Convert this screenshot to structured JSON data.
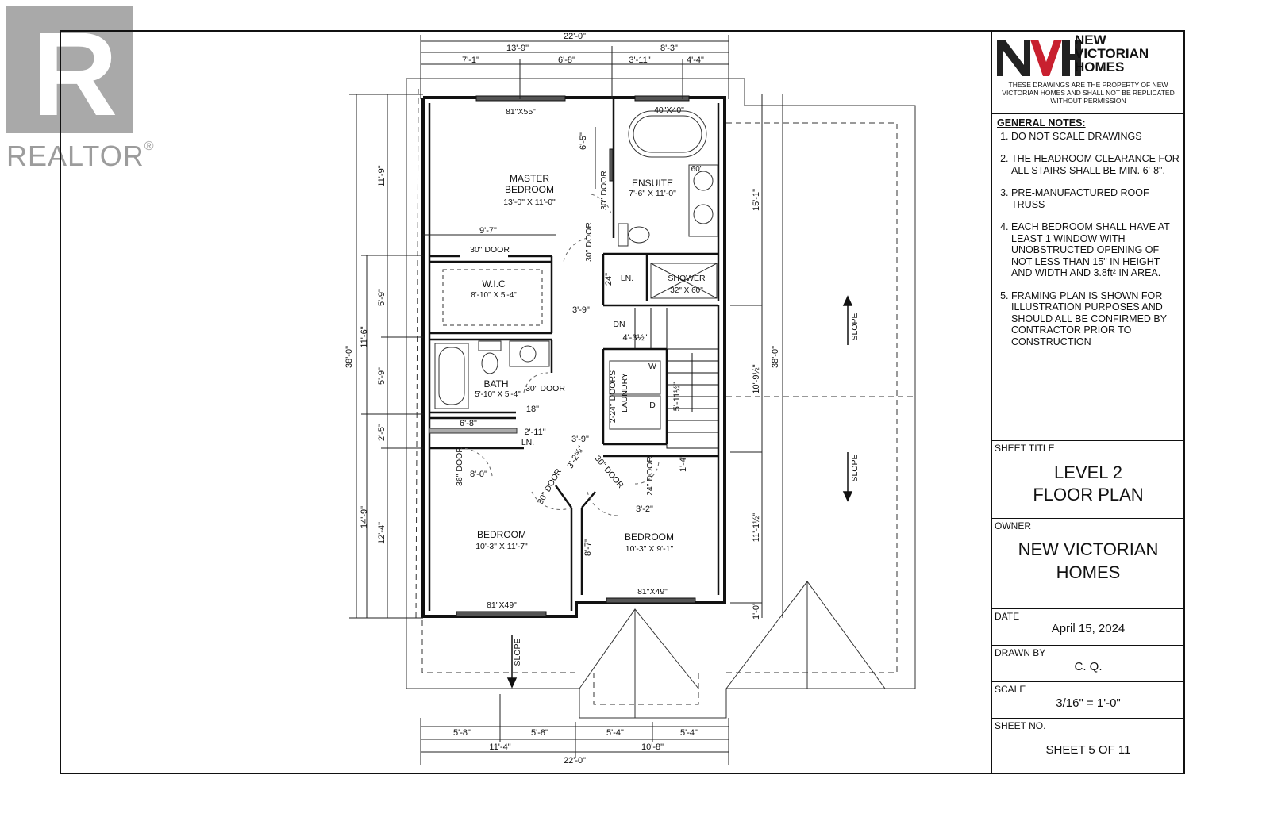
{
  "watermark": {
    "brand": "REALTOR",
    "reg_mark": "®",
    "letter": "R"
  },
  "company": {
    "initials": "NVH",
    "name_lines": [
      "NEW",
      "VICTORIAN",
      "HOMES"
    ],
    "note": "THESE DRAWINGS ARE THE PROPERTY OF NEW VICTORIAN HOMES AND SHALL NOT BE REPLICATED WITHOUT PERMISSION",
    "brand_color": "#c8202f",
    "dark_color": "#222222"
  },
  "general_notes": {
    "title": "GENERAL NOTES:",
    "items": [
      "DO NOT SCALE DRAWINGS",
      "THE HEADROOM CLEARANCE FOR ALL STAIRS SHALL BE MIN. 6'-8\".",
      "PRE-MANUFACTURED ROOF TRUSS",
      "EACH BEDROOM SHALL HAVE AT LEAST 1 WINDOW WITH UNOBSTRUCTED OPENING OF NOT LESS THAN 15\" IN HEIGHT AND WIDTH AND 3.8ft² IN AREA.",
      "FRAMING PLAN IS SHOWN FOR ILLUSTRATION PURPOSES AND SHOULD ALL BE CONFIRMED BY CONTRACTOR PRIOR TO CONSTRUCTION"
    ]
  },
  "title_block": {
    "sheet_title_label": "SHEET TITLE",
    "sheet_title": [
      "LEVEL 2",
      "FLOOR PLAN"
    ],
    "owner_label": "OWNER",
    "owner": [
      "NEW VICTORIAN",
      "HOMES"
    ],
    "date_label": "DATE",
    "date": "April 15, 2024",
    "drawn_by_label": "DRAWN BY",
    "drawn_by": "C. Q.",
    "scale_label": "SCALE",
    "scale": "3/16\" = 1'-0\"",
    "sheet_no_label": "SHEET NO.",
    "sheet_no": "SHEET 5 OF 11"
  },
  "rooms": {
    "master": {
      "name": [
        "MASTER",
        "BEDROOM"
      ],
      "size": "13'-0\" X 11'-0\""
    },
    "ensuite": {
      "name": "ENSUITE",
      "size": "7'-6\" X 11'-0\""
    },
    "wic": {
      "name": "W.I.C",
      "size": "8'-10\" X 5'-4\""
    },
    "bath": {
      "name": "BATH",
      "size": "5'-10\" X 5'-4\""
    },
    "bedroom_left": {
      "name": "BEDROOM",
      "size": "10'-3\" X 11'-7\""
    },
    "bedroom_right": {
      "name": "BEDROOM",
      "size": "10'-3\" X 9'-1\""
    },
    "shower": {
      "name": "SHOWER",
      "size": "32\" X 60\""
    },
    "linen_upper": "LN.",
    "linen_lower": "LN.",
    "laundry": "LAUNDRY",
    "laundry_doors": "2-24\" DOORS",
    "washer": "W",
    "dryer": "D",
    "stair_dn": "DN"
  },
  "windows": [
    "81\"X55\"",
    "40\"X40\"",
    "81\"X49\"",
    "81\"X49\""
  ],
  "doors": [
    "30\" DOOR",
    "30\" DOOR",
    "30\" DOOR",
    "30\" DOOR",
    "36\" DOOR",
    "30\" DOOR",
    "30\" DOOR",
    "24\" DOOR"
  ],
  "fixtures": {
    "vanity": "60\""
  },
  "slope_label": "SLOPE",
  "dims": {
    "top_overall": "22'-0\"",
    "top_a": "13'-9\"",
    "top_b": "8'-3\"",
    "top_c1": "7'-1\"",
    "top_c2": "6'-8\"",
    "top_c3": "3'-11\"",
    "top_c4": "4'-4\"",
    "bot_overall": "22'-0\"",
    "bot_a": "11'-4\"",
    "bot_b": "10'-8\"",
    "bot_c1": "5'-8\"",
    "bot_c2": "5'-8\"",
    "bot_c3": "5'-4\"",
    "bot_c4": "5'-4\"",
    "left_overall": "38'-0\"",
    "left_a": "11'-6\"",
    "left_b": "14'-9\"",
    "left_c1": "11'-9\"",
    "left_c2": "5'-9\"",
    "left_c3": "5'-9\"",
    "left_c4": "2'-5\"",
    "left_c5": "12'-4\"",
    "right_overall": "38'-0\"",
    "right_a": "15'-1\"",
    "right_b": "10'-9½\"",
    "right_c": "11'-1½\"",
    "right_d": "1'-0\"",
    "int_97": "9'-7\"",
    "int_65": "6'-5\"",
    "int_24": "24\"",
    "int_39a": "3'-9\"",
    "int_432": "4'-3½\"",
    "int_5115": "5'-11½\"",
    "int_68": "6'-8\"",
    "int_18": "18\"",
    "int_211": "2'-11\"",
    "int_39b": "3'-9\"",
    "int_328": "3'-2⅝\"",
    "int_80": "8'-0\"",
    "int_14": "1'-4\"",
    "int_32": "3'-2\"",
    "int_87": "8'-7\""
  }
}
